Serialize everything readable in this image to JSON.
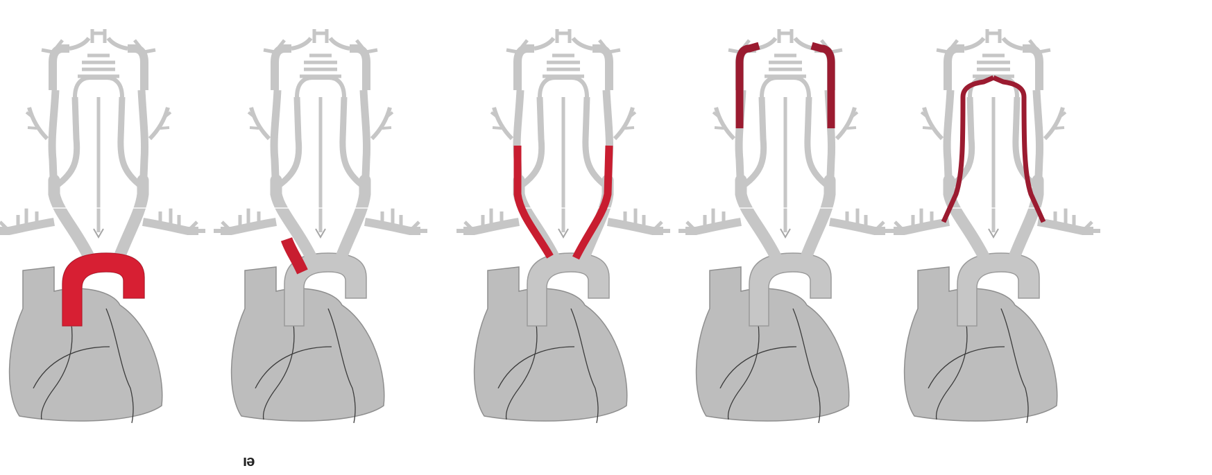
{
  "figure": {
    "colors": {
      "vessel": "#c6c6c6",
      "vessel_outline": "#9a9a9a",
      "heart": "#bdbdbd",
      "heart_line": "#3b3b3b",
      "highlight_aortic": "#d71f33",
      "highlight_carotid": "#c81d30",
      "highlight_intracranial": "#9b1b30",
      "background": "#ffffff"
    },
    "panels": [
      {
        "id": "panel-1",
        "highlight": "aortic-arch"
      },
      {
        "id": "panel-2",
        "highlight": "left-common-carotid-origin"
      },
      {
        "id": "panel-3",
        "highlight": "bilateral-common-carotid"
      },
      {
        "id": "panel-4",
        "highlight": "bilateral-distal-internal-carotid"
      },
      {
        "id": "panel-5",
        "highlight": "bilateral-vertebral"
      }
    ],
    "stray_mark": "ıə"
  }
}
